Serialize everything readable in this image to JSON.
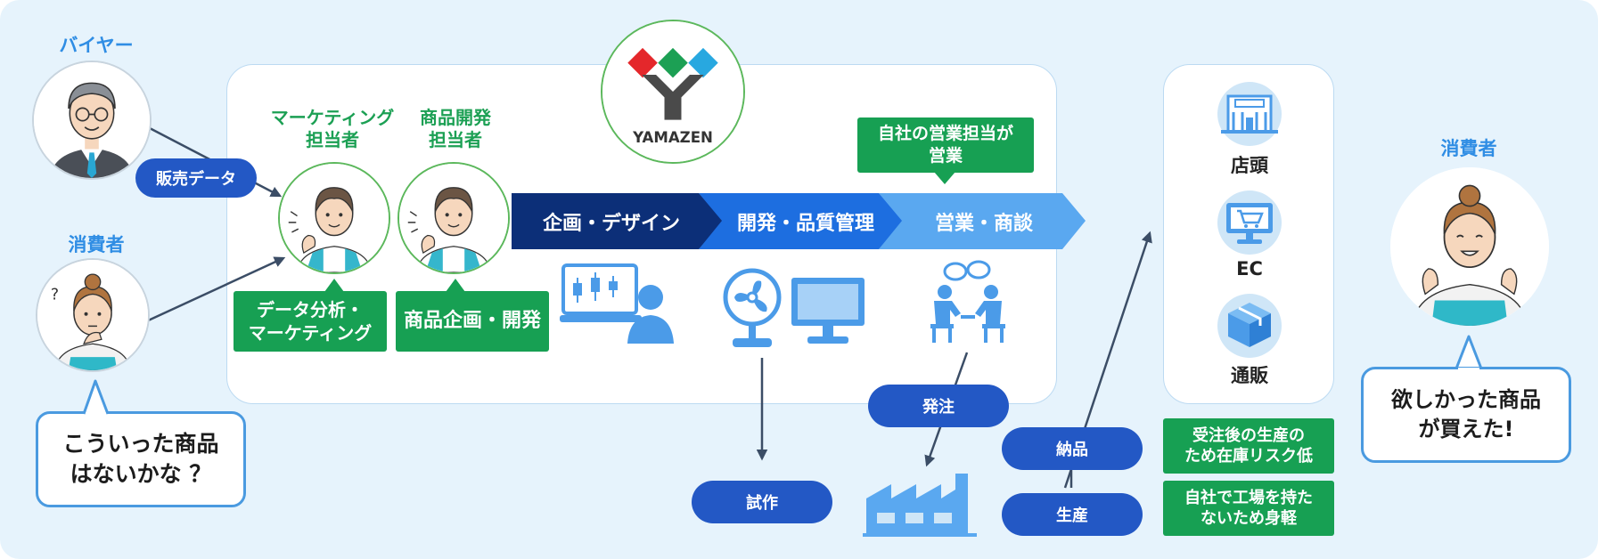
{
  "buyer": {
    "title": "バイヤー",
    "sales_data_label": "販売データ"
  },
  "consumer_left": {
    "title": "消費者",
    "speech_line1": "こういった商品",
    "speech_line2": "はないかな ？"
  },
  "company": {
    "logo_text": "YAMAZEN"
  },
  "staff": {
    "marketing": {
      "title_line1": "マーケティング",
      "title_line2": "担当者",
      "role_line1": "データ分析・",
      "role_line2": "マーケティング"
    },
    "product": {
      "title_line1": "商品開発",
      "title_line2": "担当者",
      "role": "商品企画・開発"
    }
  },
  "pipeline": {
    "stages": [
      "企画・デザイン",
      "開発・品質管理",
      "営業・商談"
    ],
    "colors": [
      "#0c2f78",
      "#1d6ee0",
      "#5aa8f0"
    ]
  },
  "sales_callout": {
    "line1": "自社の営業担当が",
    "line2": "営業"
  },
  "flow": {
    "prototype": "試作",
    "order": "発注",
    "delivery": "納品",
    "production": "生産"
  },
  "channels": [
    "店頭",
    "EC",
    "通販"
  ],
  "benefits": [
    {
      "line1": "受注後の生産の",
      "line2": "ため在庫リスク低"
    },
    {
      "line1": "自社で工場を持た",
      "line2": "ないため身軽"
    }
  ],
  "consumer_right": {
    "title": "消費者",
    "speech_line1": "欲しかった商品",
    "speech_line2": "が買えた!"
  },
  "colors": {
    "background": "#e6f3fc",
    "pill_blue": "#2358c5",
    "green": "#17a053",
    "light_blue": "#2f8de4",
    "icon_blue": "#5aa8f0"
  },
  "icons": {
    "monitor": "chart-monitor-user-icon",
    "fan": "fan-icon",
    "display": "display-icon",
    "meeting": "meeting-icon",
    "factory": "factory-icon",
    "store": "store-icon",
    "ec": "shopping-cart-monitor-icon",
    "mail_order": "package-icon"
  }
}
